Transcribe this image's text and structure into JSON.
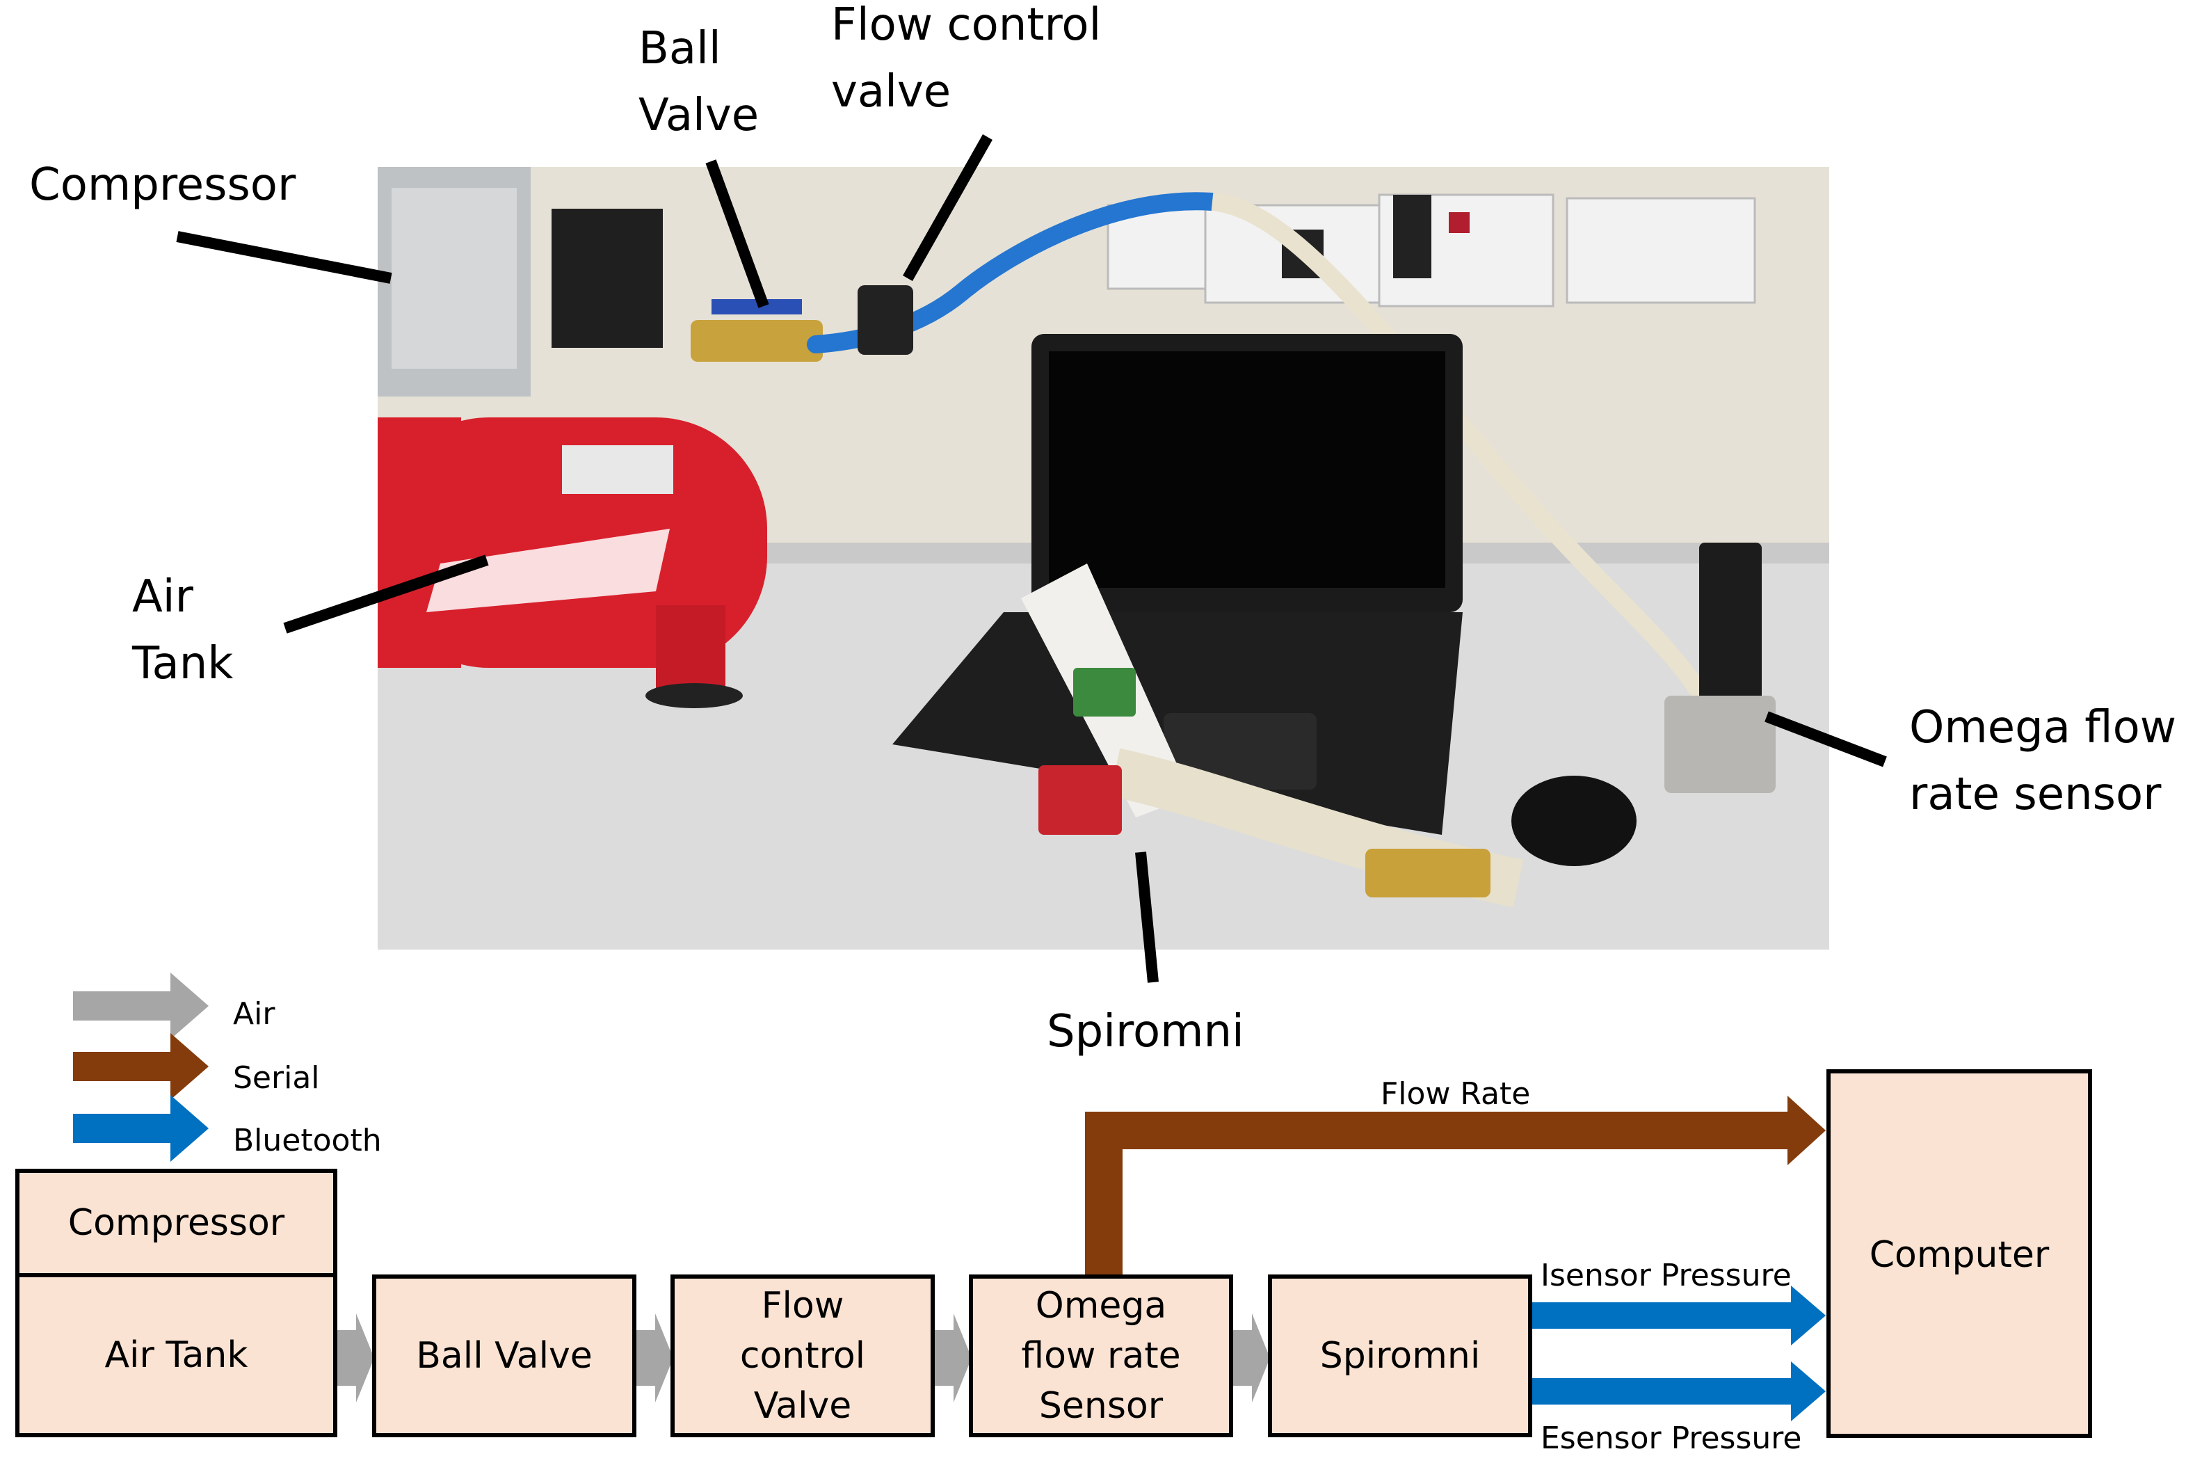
{
  "photo_labels": {
    "compressor": "Compressor",
    "ball_valve": "Ball\nValve",
    "flow_control_valve": "Flow control\nvalve",
    "air_tank": "Air\nTank",
    "omega_sensor": "Omega flow\nrate sensor",
    "spiromni": "Spiromni"
  },
  "legend": [
    {
      "label": "Air",
      "color": "#a6a6a6"
    },
    {
      "label": "Serial",
      "color": "#843c0c"
    },
    {
      "label": "Bluetooth",
      "color": "#0070c0"
    }
  ],
  "blocks": {
    "compressor": "Compressor",
    "air_tank": "Air Tank",
    "ball_valve": "Ball Valve",
    "flow_control_valve": "Flow\ncontrol\nValve",
    "omega_sensor": "Omega\nflow rate\nSensor",
    "spiromni": "Spiromni",
    "computer": "Computer"
  },
  "edges": {
    "flow_rate": "Flow Rate",
    "isensor": "Isensor Pressure",
    "esensor": "Esensor Pressure"
  },
  "colors": {
    "block_fill": "#fbe3d3",
    "air": "#a6a6a6",
    "serial": "#843c0c",
    "bluetooth": "#0070c0"
  }
}
